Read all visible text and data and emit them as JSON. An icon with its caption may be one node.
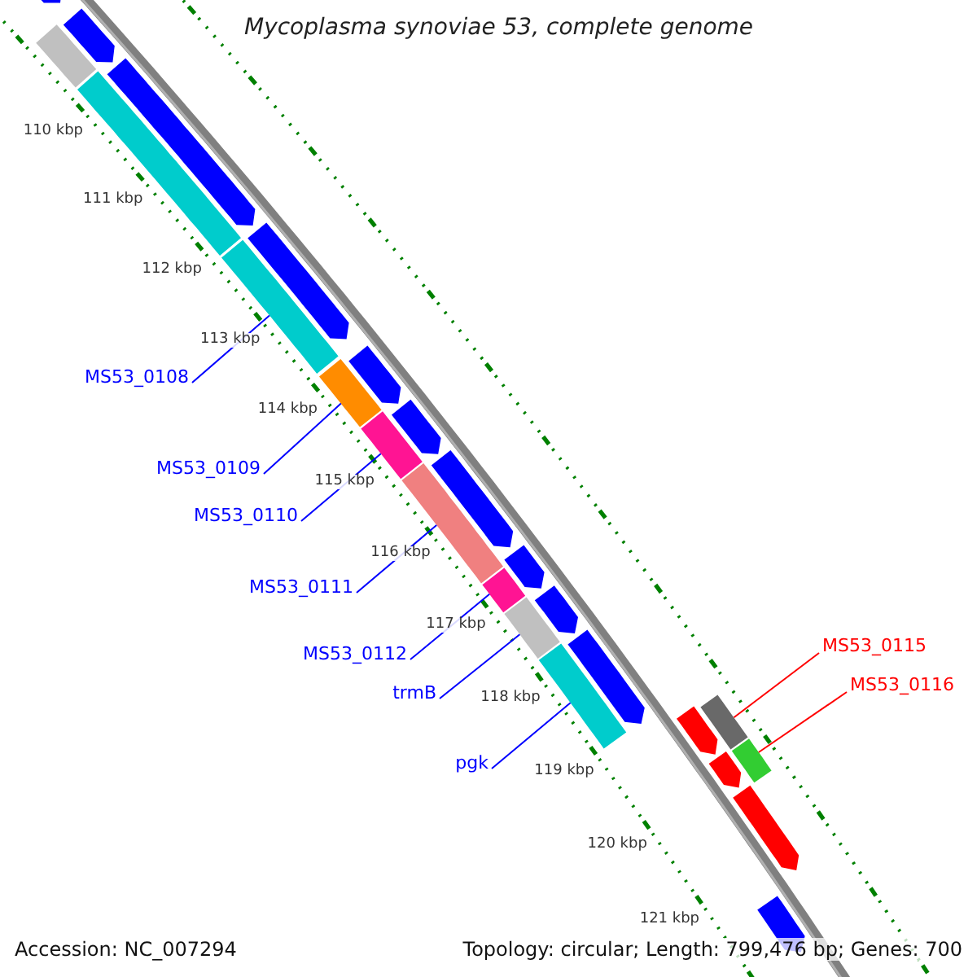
{
  "diagram": {
    "title": "Mycoplasma synoviae 53, complete genome",
    "nodes": [
      {
        "text": [
          "MS53_0108"
        ]
      },
      {
        "text": [
          "MS53_0109"
        ]
      },
      {
        "text": [
          "MS53_0110"
        ]
      },
      {
        "text": [
          "MS53_0111"
        ]
      },
      {
        "text": [
          "MS53_0112"
        ]
      },
      {
        "text": [
          "trmB"
        ]
      },
      {
        "text": [
          "pgk"
        ]
      },
      {
        "text": [
          "MS53_0115"
        ]
      },
      {
        "text": [
          "MS53_0116"
        ]
      },
      {
        "text": [],
        "shape": "bar"
      },
      {
        "text": [],
        "shape": "bar"
      },
      {
        "text": [],
        "shape": "bar"
      },
      {
        "text": [],
        "shape": "bar"
      },
      {
        "text": [],
        "shape": "bar"
      },
      {
        "text": [],
        "shape": "bar"
      },
      {
        "text": [],
        "shape": "bar"
      },
      {
        "text": [],
        "shape": "bar"
      },
      {
        "text": [],
        "shape": "bar"
      },
      {
        "text": [],
        "shape": "bar"
      },
      {
        "text": [],
        "shape": "bar"
      },
      {
        "text": [],
        "shape": "bar"
      },
      {
        "text": [],
        "shape": "bar"
      },
      {
        "text": [],
        "shape": "bar"
      },
      {
        "text": [],
        "shape": "bar"
      },
      {
        "text": [],
        "shape": "bar"
      },
      {
        "text": [],
        "shape": "bar"
      },
      {
        "text": [],
        "shape": "bar"
      },
      {
        "text": [],
        "shape": "bar"
      },
      {
        "text": [],
        "shape": "bar"
      },
      {
        "text": [],
        "shape": "bar"
      },
      {
        "text": [],
        "shape": "bar"
      },
      {
        "text": [],
        "shape": "bar"
      },
      {
        "text": [],
        "shape": "bar"
      },
      {
        "text": [],
        "shape": "bar"
      }
    ],
    "edges": [
      {
        "from": 0,
        "to": 14,
        "arrow": "none"
      },
      {
        "from": 1,
        "to": 16,
        "arrow": "none"
      },
      {
        "from": 2,
        "to": 18,
        "arrow": "none"
      },
      {
        "from": 3,
        "to": 20,
        "arrow": "none"
      },
      {
        "from": 4,
        "to": 23,
        "arrow": "none"
      },
      {
        "from": 5,
        "to": 24,
        "arrow": "none"
      },
      {
        "from": 6,
        "to": 26,
        "arrow": "none"
      },
      {
        "from": 7,
        "to": 29,
        "arrow": "none",
        "color": "#ff0000"
      },
      {
        "from": 8,
        "to": 31,
        "arrow": "none",
        "color": "#ff0000"
      }
    ],
    "labels": [
      "110 kbp",
      "111 kbp",
      "112 kbp",
      "113 kbp",
      "114 kbp",
      "115 kbp",
      "116 kbp",
      "117 kbp",
      "118 kbp",
      "119 kbp",
      "120 kbp",
      "121 kbp",
      "Accession: NC_007294",
      "Topology: circular; Length: 799,476 bp; Genes: 700"
    ]
  }
}
